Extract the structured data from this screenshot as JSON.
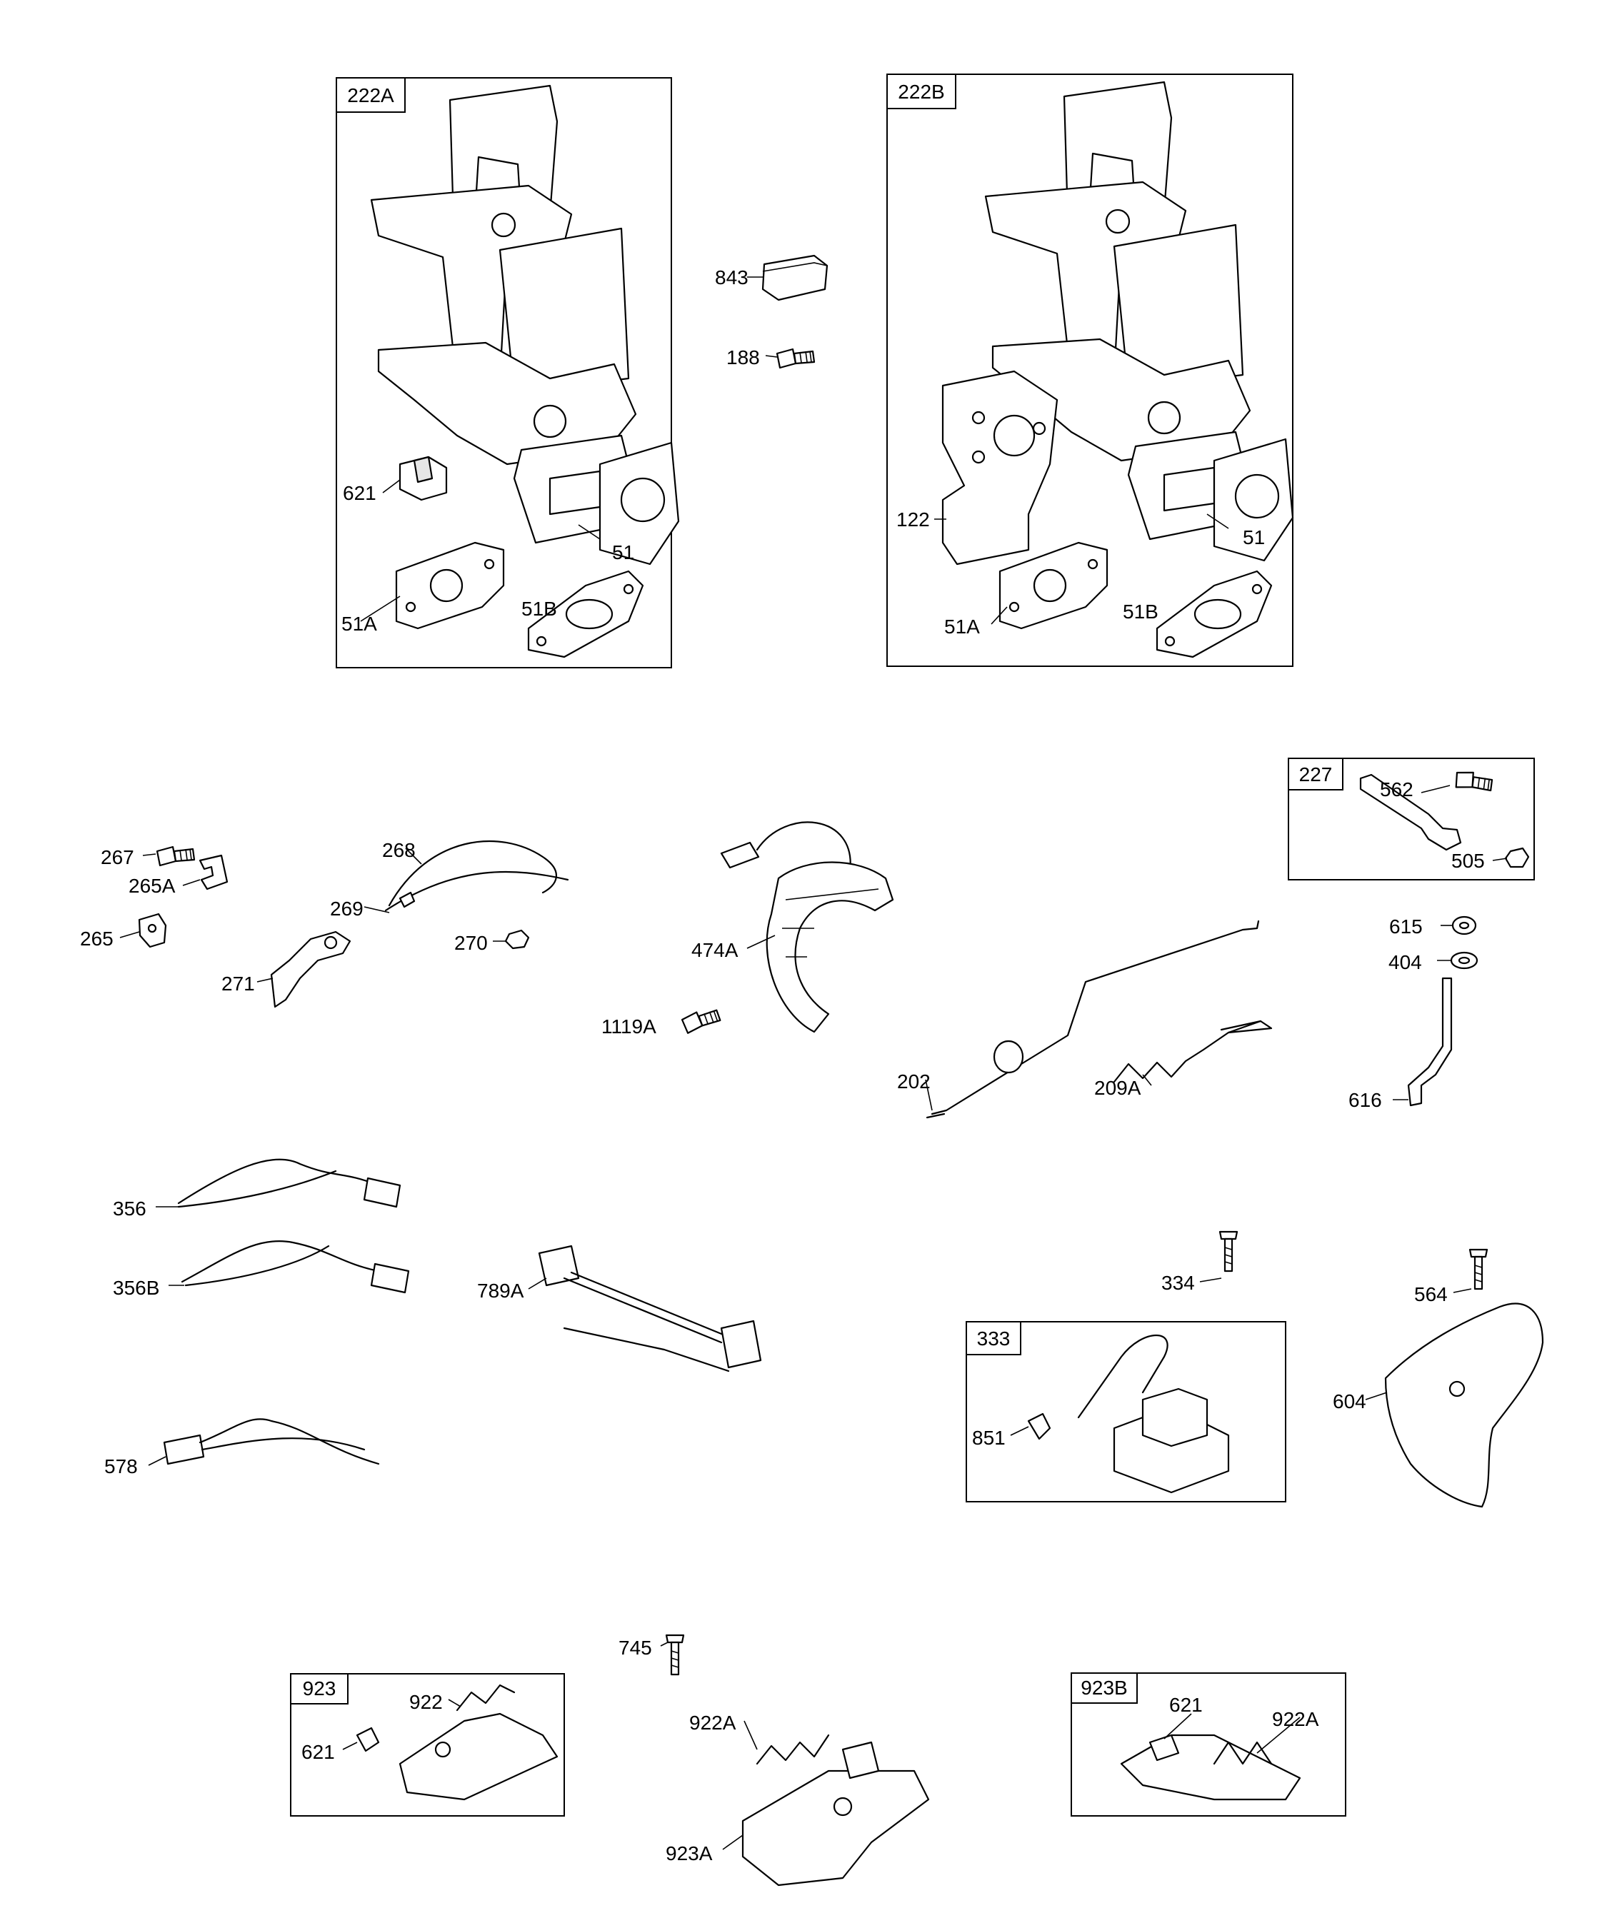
{
  "boxes": {
    "b222a": "222A",
    "b222b": "222B",
    "b227": "227",
    "b333": "333",
    "b923": "923",
    "b923b": "923B"
  },
  "labels": {
    "l843": "843",
    "l188": "188",
    "l621_a": "621",
    "l51_a": "51",
    "l51a_a": "51A",
    "l51b_a": "51B",
    "l122": "122",
    "l51_b": "51",
    "l51a_b": "51A",
    "l51b_b": "51B",
    "l562": "562",
    "l505": "505",
    "l267": "267",
    "l265a": "265A",
    "l265": "265",
    "l268": "268",
    "l269": "269",
    "l270": "270",
    "l271": "271",
    "l474a": "474A",
    "l1119a": "1119A",
    "l202": "202",
    "l209a": "209A",
    "l615": "615",
    "l404": "404",
    "l616": "616",
    "l356": "356",
    "l356b": "356B",
    "l789a": "789A",
    "l578": "578",
    "l334": "334",
    "l564": "564",
    "l851": "851",
    "l604": "604",
    "l745": "745",
    "l922": "922",
    "l621_c": "621",
    "l922a_m": "922A",
    "l923a": "923A",
    "l621_d": "621",
    "l922a_r": "922A"
  }
}
